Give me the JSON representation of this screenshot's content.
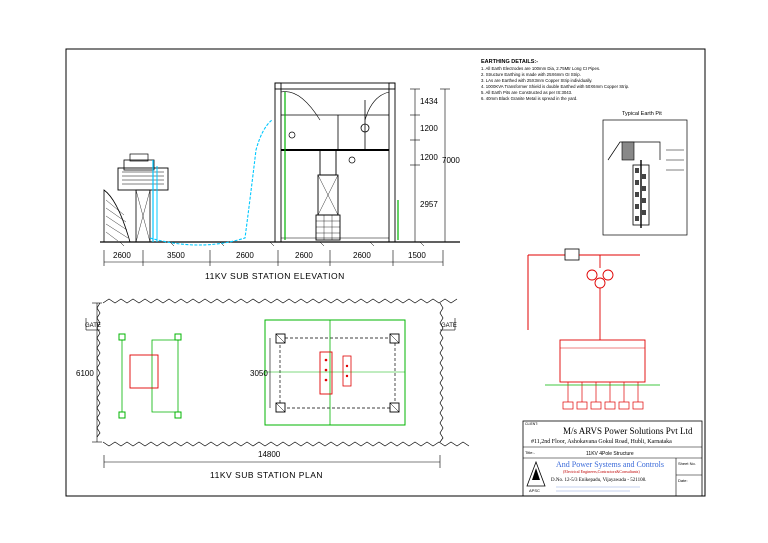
{
  "earthing": {
    "heading": "EARTHING DETAILS:-",
    "notes": [
      "1. All Earth Electrodes are 100mm Dia, 2.75Mtr Long CI Pipes.",
      "2. Structure Earthing is made with 25X6mm GI Strip.",
      "3. LAs are Earthed with 25X3mm Copper Strip individually.",
      "4. 1000KVA Transformer Shield is double Earthed with 50X6mm Copper Strip.",
      "5. All Earth Pits are Constructed as per IS:3043.",
      "6. 40mm Black Granite Metal is spread in the yard."
    ],
    "pit_caption": "Typical Earth Pit"
  },
  "elevation": {
    "title": "11KV SUB STATION ELEVATION",
    "bottom_dims": [
      "2600",
      "3500",
      "2600",
      "2600",
      "2600",
      "1500"
    ],
    "right_dims": [
      "1434",
      "1200",
      "1200",
      "2957"
    ],
    "overall_height": "7000"
  },
  "plan": {
    "title": "11KV SUB STATION PLAN",
    "gate_left": "GATE",
    "gate_right": "GATE",
    "width_dim": "14800",
    "depth_dim": "6100",
    "inner_dim": "3050"
  },
  "title_block": {
    "client_label": "CLIENT:",
    "company": "M/s  ARVS Power Solutions Pvt Ltd",
    "address": "#11,2nd Floor, Ashokavana Gokul Road, Hubli, Karnataka",
    "title_label": "Title:-",
    "drawing_title": "11KV  4Pole Structure",
    "consultant": "And Power Systems and Controls",
    "consultant_sub": "(Electrical Engineers,Contractors&Consultants)",
    "consultant_address": "D.No. 12-5/3  Enikepadu, Vijayawada - 521108.",
    "logo_text": "APSC",
    "sheet_label": "Sheet No.",
    "date_label": "Date:"
  },
  "colors": {
    "frame": "#000000",
    "structure": "#000000",
    "cable": "#00c8ff",
    "green": "#00b400",
    "red": "#e00000"
  }
}
